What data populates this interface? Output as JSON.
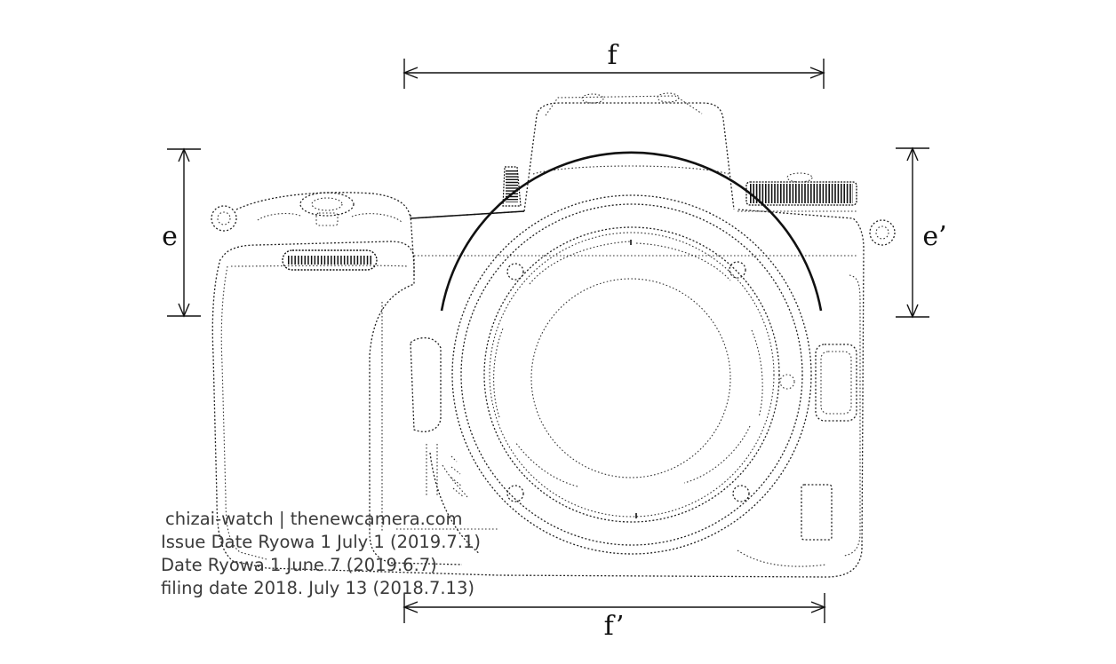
{
  "dimensions": {
    "top": "f",
    "bottom": "f’",
    "left": "e",
    "right": "e’"
  },
  "caption": {
    "line1": "chizai-watch | thenewcamera.com",
    "line2": "Issue Date Ryowa 1 July 1 (2019.7.1)",
    "line3": "Date Ryowa 1 June 7 (2019.6.7)",
    "line4": "filing date 2018. July 13 (2018.7.13)"
  }
}
